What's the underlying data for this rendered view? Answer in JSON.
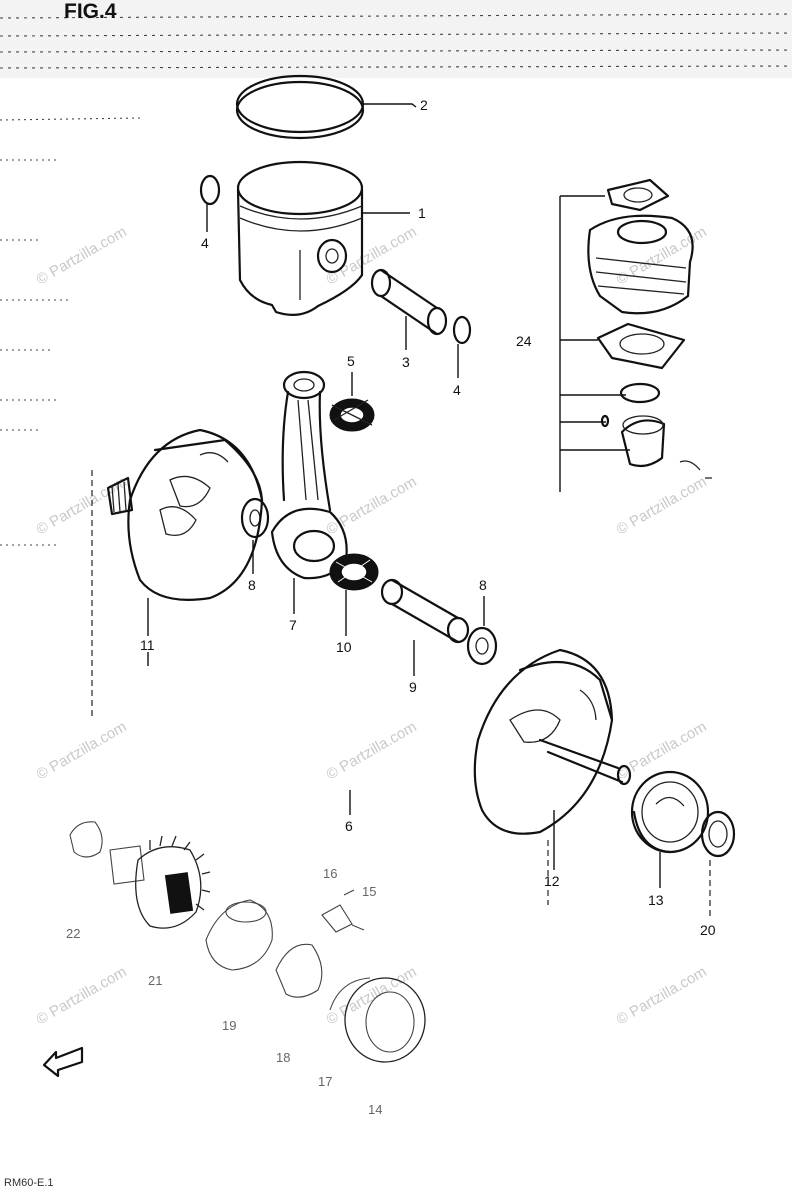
{
  "figure": {
    "title": "FIG.4",
    "footer_code": "RM60-E.1"
  },
  "watermark": {
    "text": "© Partzilla.com"
  },
  "callouts": [
    {
      "id": "c-2",
      "label": "2"
    },
    {
      "id": "c-1",
      "label": "1"
    },
    {
      "id": "c-4a",
      "label": "4"
    },
    {
      "id": "c-3",
      "label": "3"
    },
    {
      "id": "c-4b",
      "label": "4"
    },
    {
      "id": "c-24",
      "label": "24"
    },
    {
      "id": "c-5",
      "label": "5"
    },
    {
      "id": "c-8a",
      "label": "8"
    },
    {
      "id": "c-7",
      "label": "7"
    },
    {
      "id": "c-10",
      "label": "10"
    },
    {
      "id": "c-8b",
      "label": "8"
    },
    {
      "id": "c-11",
      "label": "11"
    },
    {
      "id": "c-9",
      "label": "9"
    },
    {
      "id": "c-6",
      "label": "6"
    },
    {
      "id": "c-12",
      "label": "12"
    },
    {
      "id": "c-13",
      "label": "13"
    },
    {
      "id": "c-20",
      "label": "20"
    },
    {
      "id": "c-16",
      "label": "16"
    },
    {
      "id": "c-15",
      "label": "15"
    },
    {
      "id": "c-22",
      "label": "22"
    },
    {
      "id": "c-21",
      "label": "21"
    },
    {
      "id": "c-19",
      "label": "19"
    },
    {
      "id": "c-18",
      "label": "18"
    },
    {
      "id": "c-17",
      "label": "17"
    },
    {
      "id": "c-14",
      "label": "14"
    }
  ]
}
